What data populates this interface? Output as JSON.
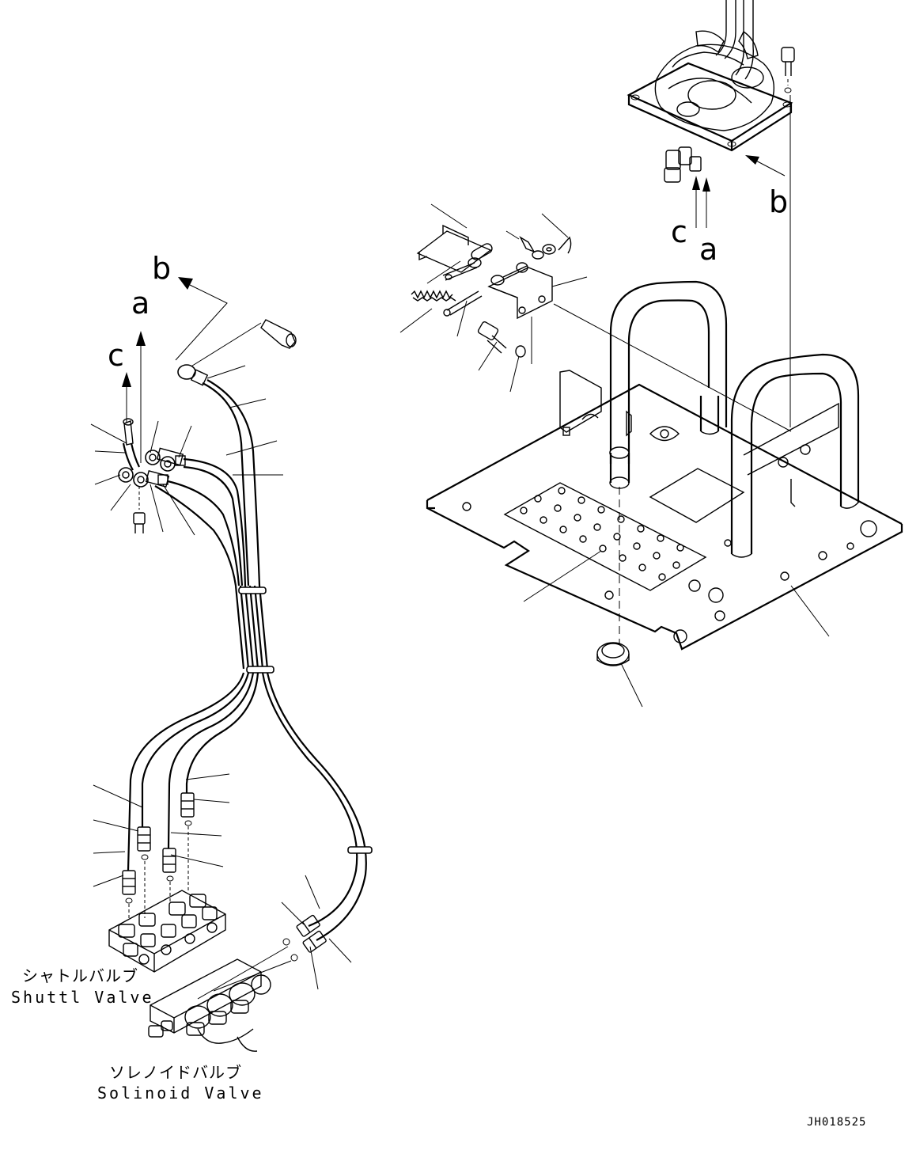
{
  "diagram": {
    "direction_letters": {
      "left_b": "b",
      "left_a": "a",
      "left_c": "c",
      "right_b": "b",
      "right_c": "c",
      "right_a": "a"
    },
    "labels": {
      "shuttle_valve_jp": "シャトルバルブ",
      "shuttle_valve_en": "Shuttl Valve",
      "solenoid_valve_jp": "ソレノイドバルブ",
      "solenoid_valve_en": "Solinoid Valve"
    },
    "drawing_code": "JH018525"
  }
}
